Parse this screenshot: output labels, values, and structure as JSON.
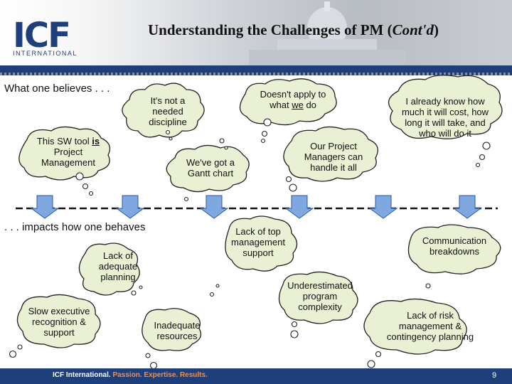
{
  "header": {
    "logo": "ICF",
    "logo_sub": "INTERNATIONAL",
    "title": "Understanding the Challenges of PM (",
    "title_italic": "Cont'd",
    "title_end": ")"
  },
  "sections": {
    "believes": "What one believes . . .",
    "behaves": ". . . impacts how one behaves"
  },
  "beliefs": {
    "not_discipline": [
      "It's not a",
      "needed",
      "discipline"
    ],
    "doesnt_apply": "Doesn't apply to what",
    "doesnt_apply_we": "we",
    "doesnt_apply_end": "do",
    "already_know": [
      "I already know how",
      "much it will cost, how",
      "long it will take, and",
      "who will do it"
    ],
    "sw_tool_1": "This SW tool",
    "sw_tool_is": "is",
    "sw_tool_2": "Project",
    "sw_tool_3": "Management",
    "gantt": [
      "We've got a",
      "Gantt chart"
    ],
    "our_pms": [
      "Our Project",
      "Managers can",
      "handle it all"
    ]
  },
  "behaviors": {
    "lack_top": [
      "Lack of top",
      "management",
      "support"
    ],
    "comm": [
      "Communication",
      "breakdowns"
    ],
    "lack_planning": [
      "Lack of",
      "adequate",
      "planning"
    ],
    "underestimated": [
      "Underestimated",
      "program",
      "complexity"
    ],
    "slow_exec": [
      "Slow executive",
      "recognition &",
      "support"
    ],
    "inadequate": [
      "Inadequate",
      "resources"
    ],
    "risk": [
      "Lack of risk",
      "management &",
      "contingency planning"
    ]
  },
  "footer": {
    "company": "ICF International.",
    "tagline": "Passion. Expertise. Results.",
    "page": "9"
  },
  "colors": {
    "brand": "#1f3f7a",
    "cloud": "#e9f0d4",
    "arrow": "#7fa8e0"
  }
}
